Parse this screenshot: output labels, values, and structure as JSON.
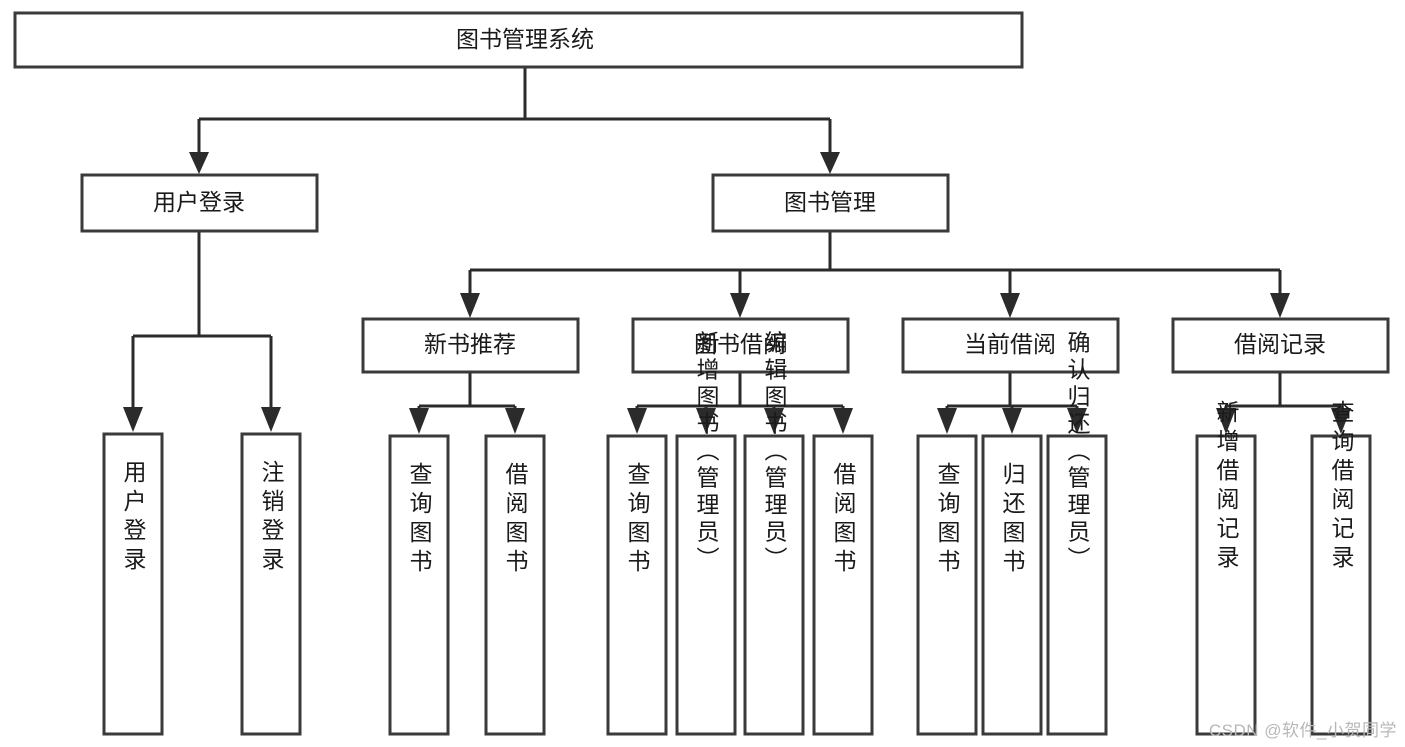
{
  "diagram": {
    "type": "tree-hierarchy",
    "title": "图书管理系统",
    "watermark": "CSDN @软件_小贺同学",
    "colors": {
      "background": "#ffffff",
      "box_fill": "#ffffff",
      "box_stroke": "#3a3a3a",
      "connector": "#2b2b2b",
      "text": "#1a1a1a",
      "watermark": "#b8b8b8"
    },
    "root": {
      "label": "图书管理系统",
      "orientation": "horizontal"
    },
    "level2": [
      {
        "label": "用户登录",
        "orientation": "horizontal"
      },
      {
        "label": "图书管理",
        "orientation": "horizontal"
      }
    ],
    "level3": [
      {
        "label": "新书推荐",
        "orientation": "horizontal"
      },
      {
        "label": "图书借阅",
        "orientation": "horizontal"
      },
      {
        "label": "当前借阅",
        "orientation": "horizontal"
      },
      {
        "label": "借阅记录",
        "orientation": "horizontal"
      }
    ],
    "leaves": {
      "user_login": [
        {
          "label": "用户登录",
          "orientation": "vertical"
        },
        {
          "label": "注销登录",
          "orientation": "vertical"
        }
      ],
      "new_book_recommend": [
        {
          "label": "查询图书",
          "orientation": "vertical"
        },
        {
          "label": "借阅图书",
          "orientation": "vertical"
        }
      ],
      "book_borrow": [
        {
          "label": "查询图书",
          "orientation": "vertical"
        },
        {
          "label": "新增图书（管理员）",
          "orientation": "vertical"
        },
        {
          "label": "编辑图书（管理员）",
          "orientation": "vertical"
        },
        {
          "label": "借阅图书",
          "orientation": "vertical"
        }
      ],
      "current_borrow": [
        {
          "label": "查询图书",
          "orientation": "vertical"
        },
        {
          "label": "归还图书",
          "orientation": "vertical"
        },
        {
          "label": "确认归还（管理员）",
          "orientation": "vertical"
        }
      ],
      "borrow_record": [
        {
          "label": "新增借阅记录",
          "orientation": "vertical"
        },
        {
          "label": "查询借阅记录",
          "orientation": "vertical"
        }
      ]
    }
  }
}
